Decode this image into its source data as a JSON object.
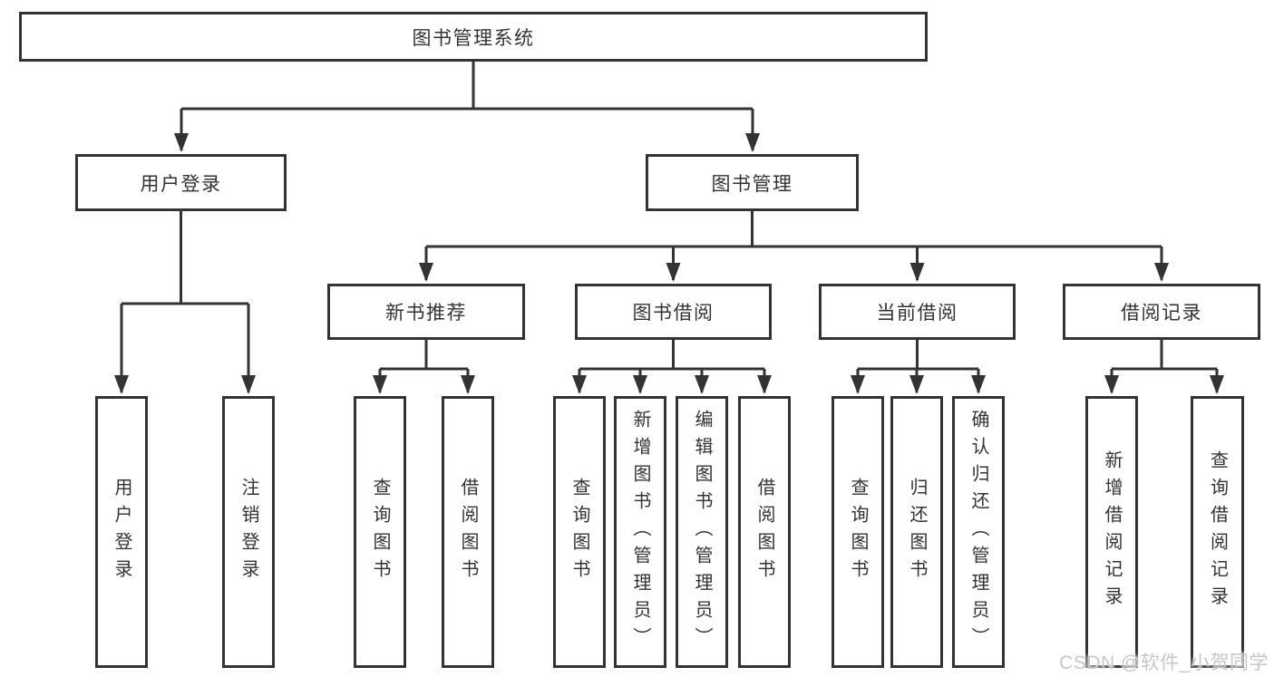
{
  "colors": {
    "line": "#333333",
    "text": "#333333",
    "box_background": "#ffffff",
    "watermark_text": "#c5c7cd"
  },
  "diagram": {
    "root": {
      "label": "图书管理系统",
      "children": [
        {
          "label": "用户登录",
          "children": [
            {
              "label": "用户登录"
            },
            {
              "label": "注销登录"
            }
          ]
        },
        {
          "label": "图书管理",
          "children": [
            {
              "label": "新书推荐",
              "children": [
                {
                  "label": "查询图书"
                },
                {
                  "label": "借阅图书"
                }
              ]
            },
            {
              "label": "图书借阅",
              "children": [
                {
                  "label": "查询图书"
                },
                {
                  "label": "新增图书（管理员）"
                },
                {
                  "label": "编辑图书（管理员）"
                },
                {
                  "label": "借阅图书"
                }
              ]
            },
            {
              "label": "当前借阅",
              "children": [
                {
                  "label": "查询图书"
                },
                {
                  "label": "归还图书"
                },
                {
                  "label": "确认归还（管理员）"
                }
              ]
            },
            {
              "label": "借阅记录",
              "children": [
                {
                  "label": "新增借阅记录"
                },
                {
                  "label": "查询借阅记录"
                }
              ]
            }
          ]
        }
      ]
    }
  },
  "watermark": {
    "text": "CSDN @软件_小贺同学"
  }
}
